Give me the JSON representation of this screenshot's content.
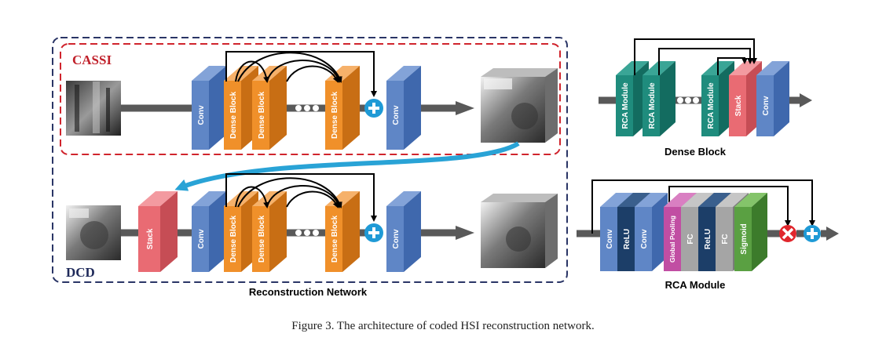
{
  "labels": {
    "cassi": "CASSI",
    "dcd": "DCD",
    "conv": "Conv",
    "dense_block": "Dense Block",
    "stack": "Stack",
    "rca_module": "RCA Module",
    "relu": "ReLU",
    "global_pooling": "Global Pooling",
    "fc": "FC",
    "sigmoid": "Sigmoid"
  },
  "subtitles": {
    "reconstruction": "Reconstruction Network",
    "dense_block": "Dense Block",
    "rca_module": "RCA Module"
  },
  "caption": "Figure 3.  The architecture of coded HSI reconstruction network.",
  "colors": {
    "conv": "#5f86c6",
    "dense": "#f0902a",
    "stack": "#e96b73",
    "rca": "#1f8c7d",
    "relu": "#1c3e68",
    "global_pool": "#c14ea3",
    "fc": "#a5a5a5",
    "sigmoid": "#5aa042",
    "cassi_border": "#d0242d",
    "outer_border": "#2a3566",
    "curve_arrow": "#29a3d6",
    "plus": "#1f9ad6",
    "multiply": "#e0262c"
  }
}
